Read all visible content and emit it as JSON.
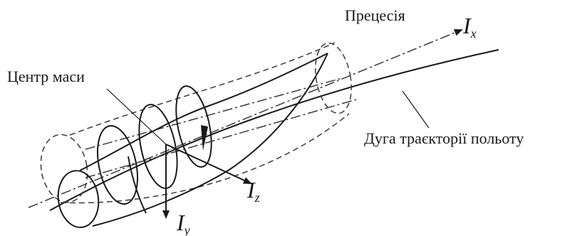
{
  "labels": {
    "precession": "Прецесія",
    "center_of_mass": "Центр маси",
    "trajectory_arc": "Дуга траєкторії польоту"
  },
  "axes": {
    "x": {
      "letter": "I",
      "sub": "x"
    },
    "y": {
      "letter": "I",
      "sub": "y"
    },
    "z": {
      "letter": "I",
      "sub": "z"
    }
  }
}
